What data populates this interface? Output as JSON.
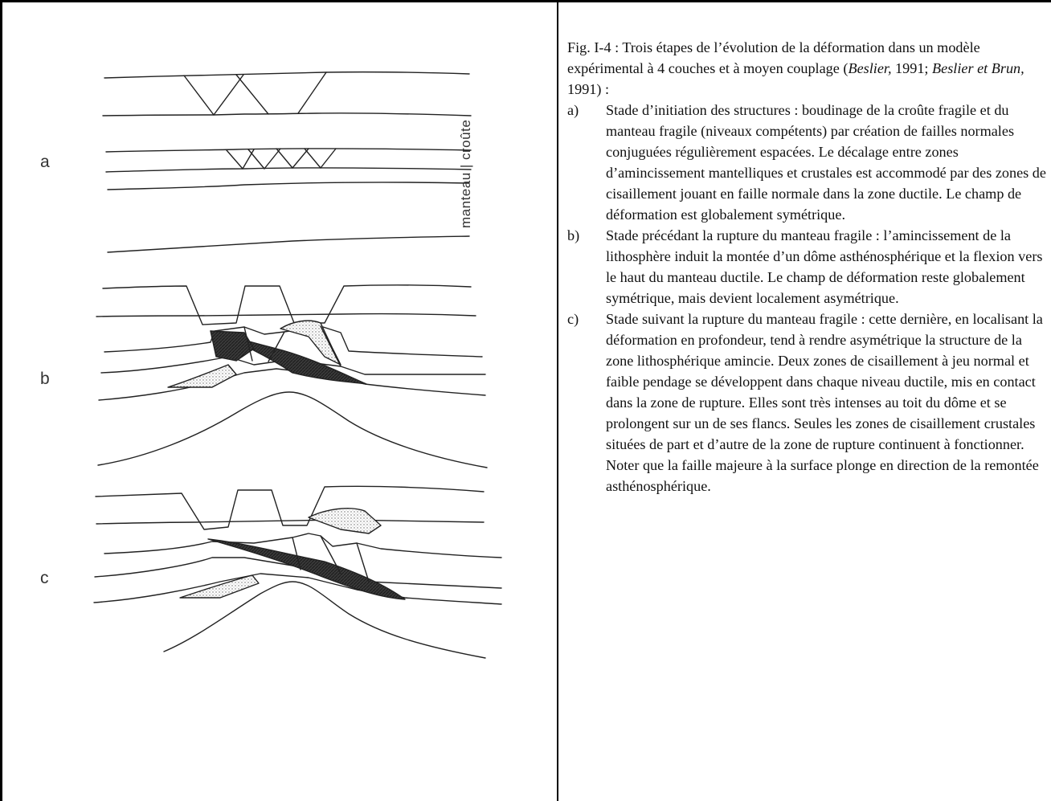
{
  "figure": {
    "panel_labels": [
      "a",
      "b",
      "c"
    ],
    "vertical_label": "manteau | croûte"
  },
  "caption": {
    "head_1": "Fig. I-4 : Trois étapes de l’évolution de la déformation dans un modèle expérimental à 4 couches et à moyen couplage (",
    "ref_1": "Beslier,",
    "head_2": " 1991; ",
    "ref_2": "Beslier et Brun,",
    "head_3": " 1991) :",
    "items": [
      {
        "marker": "a)",
        "text": "Stade d’initiation des structures : boudinage de la croûte fragile et du manteau fragile (niveaux compétents) par création de failles normales conjuguées régulièrement espacées. Le décalage entre zones d’amincissement mantelliques et crustales est accommodé par des zones de cisaillement jouant en faille normale dans la zone ductile. Le champ de déformation est globalement symétrique."
      },
      {
        "marker": "b)",
        "text": "Stade précédant la rupture du manteau fragile : l’amincissement de la lithosphère induit la montée d’un dôme asthénosphérique et la flexion vers le haut du manteau ductile. Le champ de déformation reste globalement symétrique, mais devient localement asymétrique."
      },
      {
        "marker": "c)",
        "text": "Stade suivant la rupture du manteau fragile : cette dernière, en localisant la déformation en profondeur, tend à rendre asymétrique la structure de la zone lithosphérique amincie. Deux zones de cisaillement à jeu normal et faible pendage se développent dans chaque niveau ductile, mis en contact dans la zone de rupture. Elles sont très intenses au toit du dôme et se prolongent sur un de ses flancs. Seules les zones de cisaillement crustales situées de part et d’autre de la zone de rupture continuent à fonctionner. Noter que la faille majeure à la surface plonge en direction de la remontée asthénosphérique."
      }
    ]
  }
}
